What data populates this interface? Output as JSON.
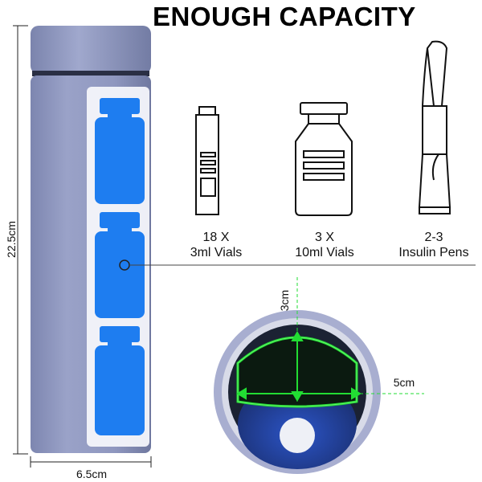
{
  "title": "ENOUGH CAPACITY",
  "items": [
    {
      "count": "18 X",
      "name": "3ml Vials",
      "icon": "small-vial-icon"
    },
    {
      "count": "3 X",
      "name": "10ml Vials",
      "icon": "large-vial-icon"
    },
    {
      "count": "2-3",
      "name": "Insulin Pens",
      "icon": "insulin-pen-icon"
    }
  ],
  "dimensions": {
    "height": "22.5cm",
    "width": "6.5cm",
    "depth": "3cm",
    "opening": "5cm"
  },
  "colors": {
    "bottle": "#8e96bd",
    "vial_blue": "#1e7df0",
    "measure_green": "#22dd33"
  }
}
